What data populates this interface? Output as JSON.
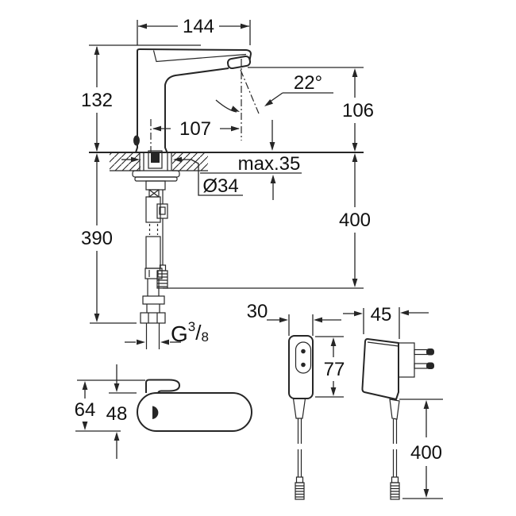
{
  "title": "faucet-installation-drawing",
  "colors": {
    "background": "#ffffff",
    "line": "#262626",
    "text": "#111111"
  },
  "views": {
    "side_view": {
      "dim_spout_reach": "144",
      "dim_body_height": "132",
      "dim_spout_axis_offset": "107",
      "dim_spray_angle": "22°",
      "dim_outlet_height": "106",
      "dim_max_deck_thickness": "max.35",
      "dim_hole_diameter": "Ø34",
      "dim_hose_length": "390",
      "dim_cable_length": "400",
      "thread": {
        "g": "G",
        "numerator": "3",
        "slash": "/",
        "denominator": "8"
      }
    },
    "top_view": {
      "dim_overall_depth": "64",
      "dim_body_depth": "48"
    },
    "power_supply_front": {
      "dim_width": "30",
      "dim_height": "77"
    },
    "power_supply_side": {
      "dim_depth": "45",
      "dim_cable_length": "400"
    }
  }
}
